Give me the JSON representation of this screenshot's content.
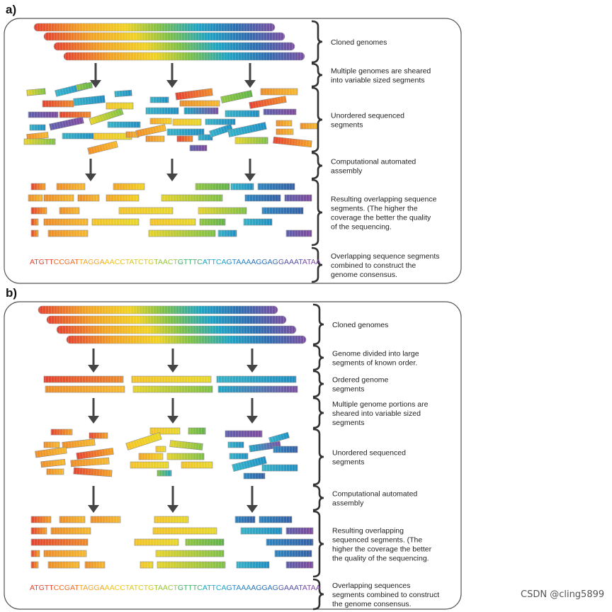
{
  "watermark": "CSDN @cling5899",
  "consensus_sequence": "ATGTTCCGATTAGGAAACCTATCTGTAACTGTTTCATTCAGTAAAAGGAGGAAATATAA",
  "colors": {
    "red": "#e8402c",
    "orange": "#f5a31f",
    "yellow": "#f3d21c",
    "green": "#7cc242",
    "teal": "#1aa6c7",
    "blue": "#2c6fb5",
    "purple": "#7b4ea3",
    "arrow": "#444444",
    "brace": "#333333"
  },
  "panel_a": {
    "label": "a)",
    "steps": [
      [
        "Cloned genomes"
      ],
      [
        "Multiple genomes are sheared",
        "into variable sized segments"
      ],
      [
        "Unordered sequenced",
        "segments"
      ],
      [
        "Computational automated",
        "assembly"
      ],
      [
        "Resulting overlapping sequence",
        "segments. (The higher the",
        "coverage the better the quality",
        "of the sequencing."
      ],
      [
        "Overlapping sequence segments",
        "combined to construct the",
        "genome consensus."
      ]
    ]
  },
  "panel_b": {
    "label": "b)",
    "steps": [
      [
        "Cloned genomes"
      ],
      [
        "Genome divided into large",
        "segments of known order."
      ],
      [
        "Ordered genome",
        "segments"
      ],
      [
        "Multiple genome portions are",
        "sheared into variable sized",
        "segments"
      ],
      [
        "Unordered sequenced",
        "segments"
      ],
      [
        "Computational automated",
        "assembly"
      ],
      [
        "Resulting overlapping",
        "sequenced segments. (The",
        "higher the coverage the better",
        "the quality of the sequencing."
      ],
      [
        "Overlapping sequences",
        "segments combined to construct",
        "the genome consensus."
      ]
    ]
  }
}
